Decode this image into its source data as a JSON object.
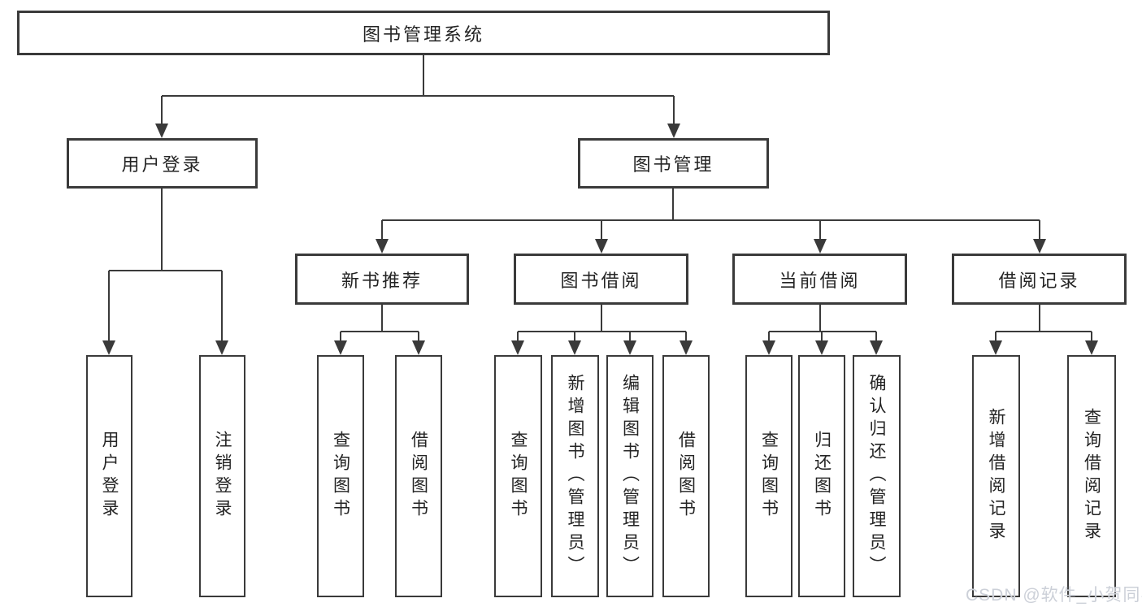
{
  "tree": {
    "root": "图书管理系统",
    "children": [
      {
        "label": "用户登录",
        "children": [
          {
            "label": "用户登录"
          },
          {
            "label": "注销登录"
          }
        ]
      },
      {
        "label": "图书管理",
        "children": [
          {
            "label": "新书推荐",
            "children": [
              {
                "label": "查询图书"
              },
              {
                "label": "借阅图书"
              }
            ]
          },
          {
            "label": "图书借阅",
            "children": [
              {
                "label": "查询图书"
              },
              {
                "label": "新增图书（管理员）"
              },
              {
                "label": "编辑图书（管理员）"
              },
              {
                "label": "借阅图书"
              }
            ]
          },
          {
            "label": "当前借阅",
            "children": [
              {
                "label": "查询图书"
              },
              {
                "label": "归还图书"
              },
              {
                "label": "确认归还（管理员）"
              }
            ]
          },
          {
            "label": "借阅记录",
            "children": [
              {
                "label": "新增借阅记录"
              },
              {
                "label": "查询借阅记录"
              }
            ]
          }
        ]
      }
    ]
  },
  "watermark": "CSDN @软件_小贺同学",
  "colors": {
    "line": "#3a3a3a",
    "box_border": "#3a3a3a",
    "text": "#242424",
    "watermark": "#ccd0d8",
    "background": "#ffffff"
  }
}
